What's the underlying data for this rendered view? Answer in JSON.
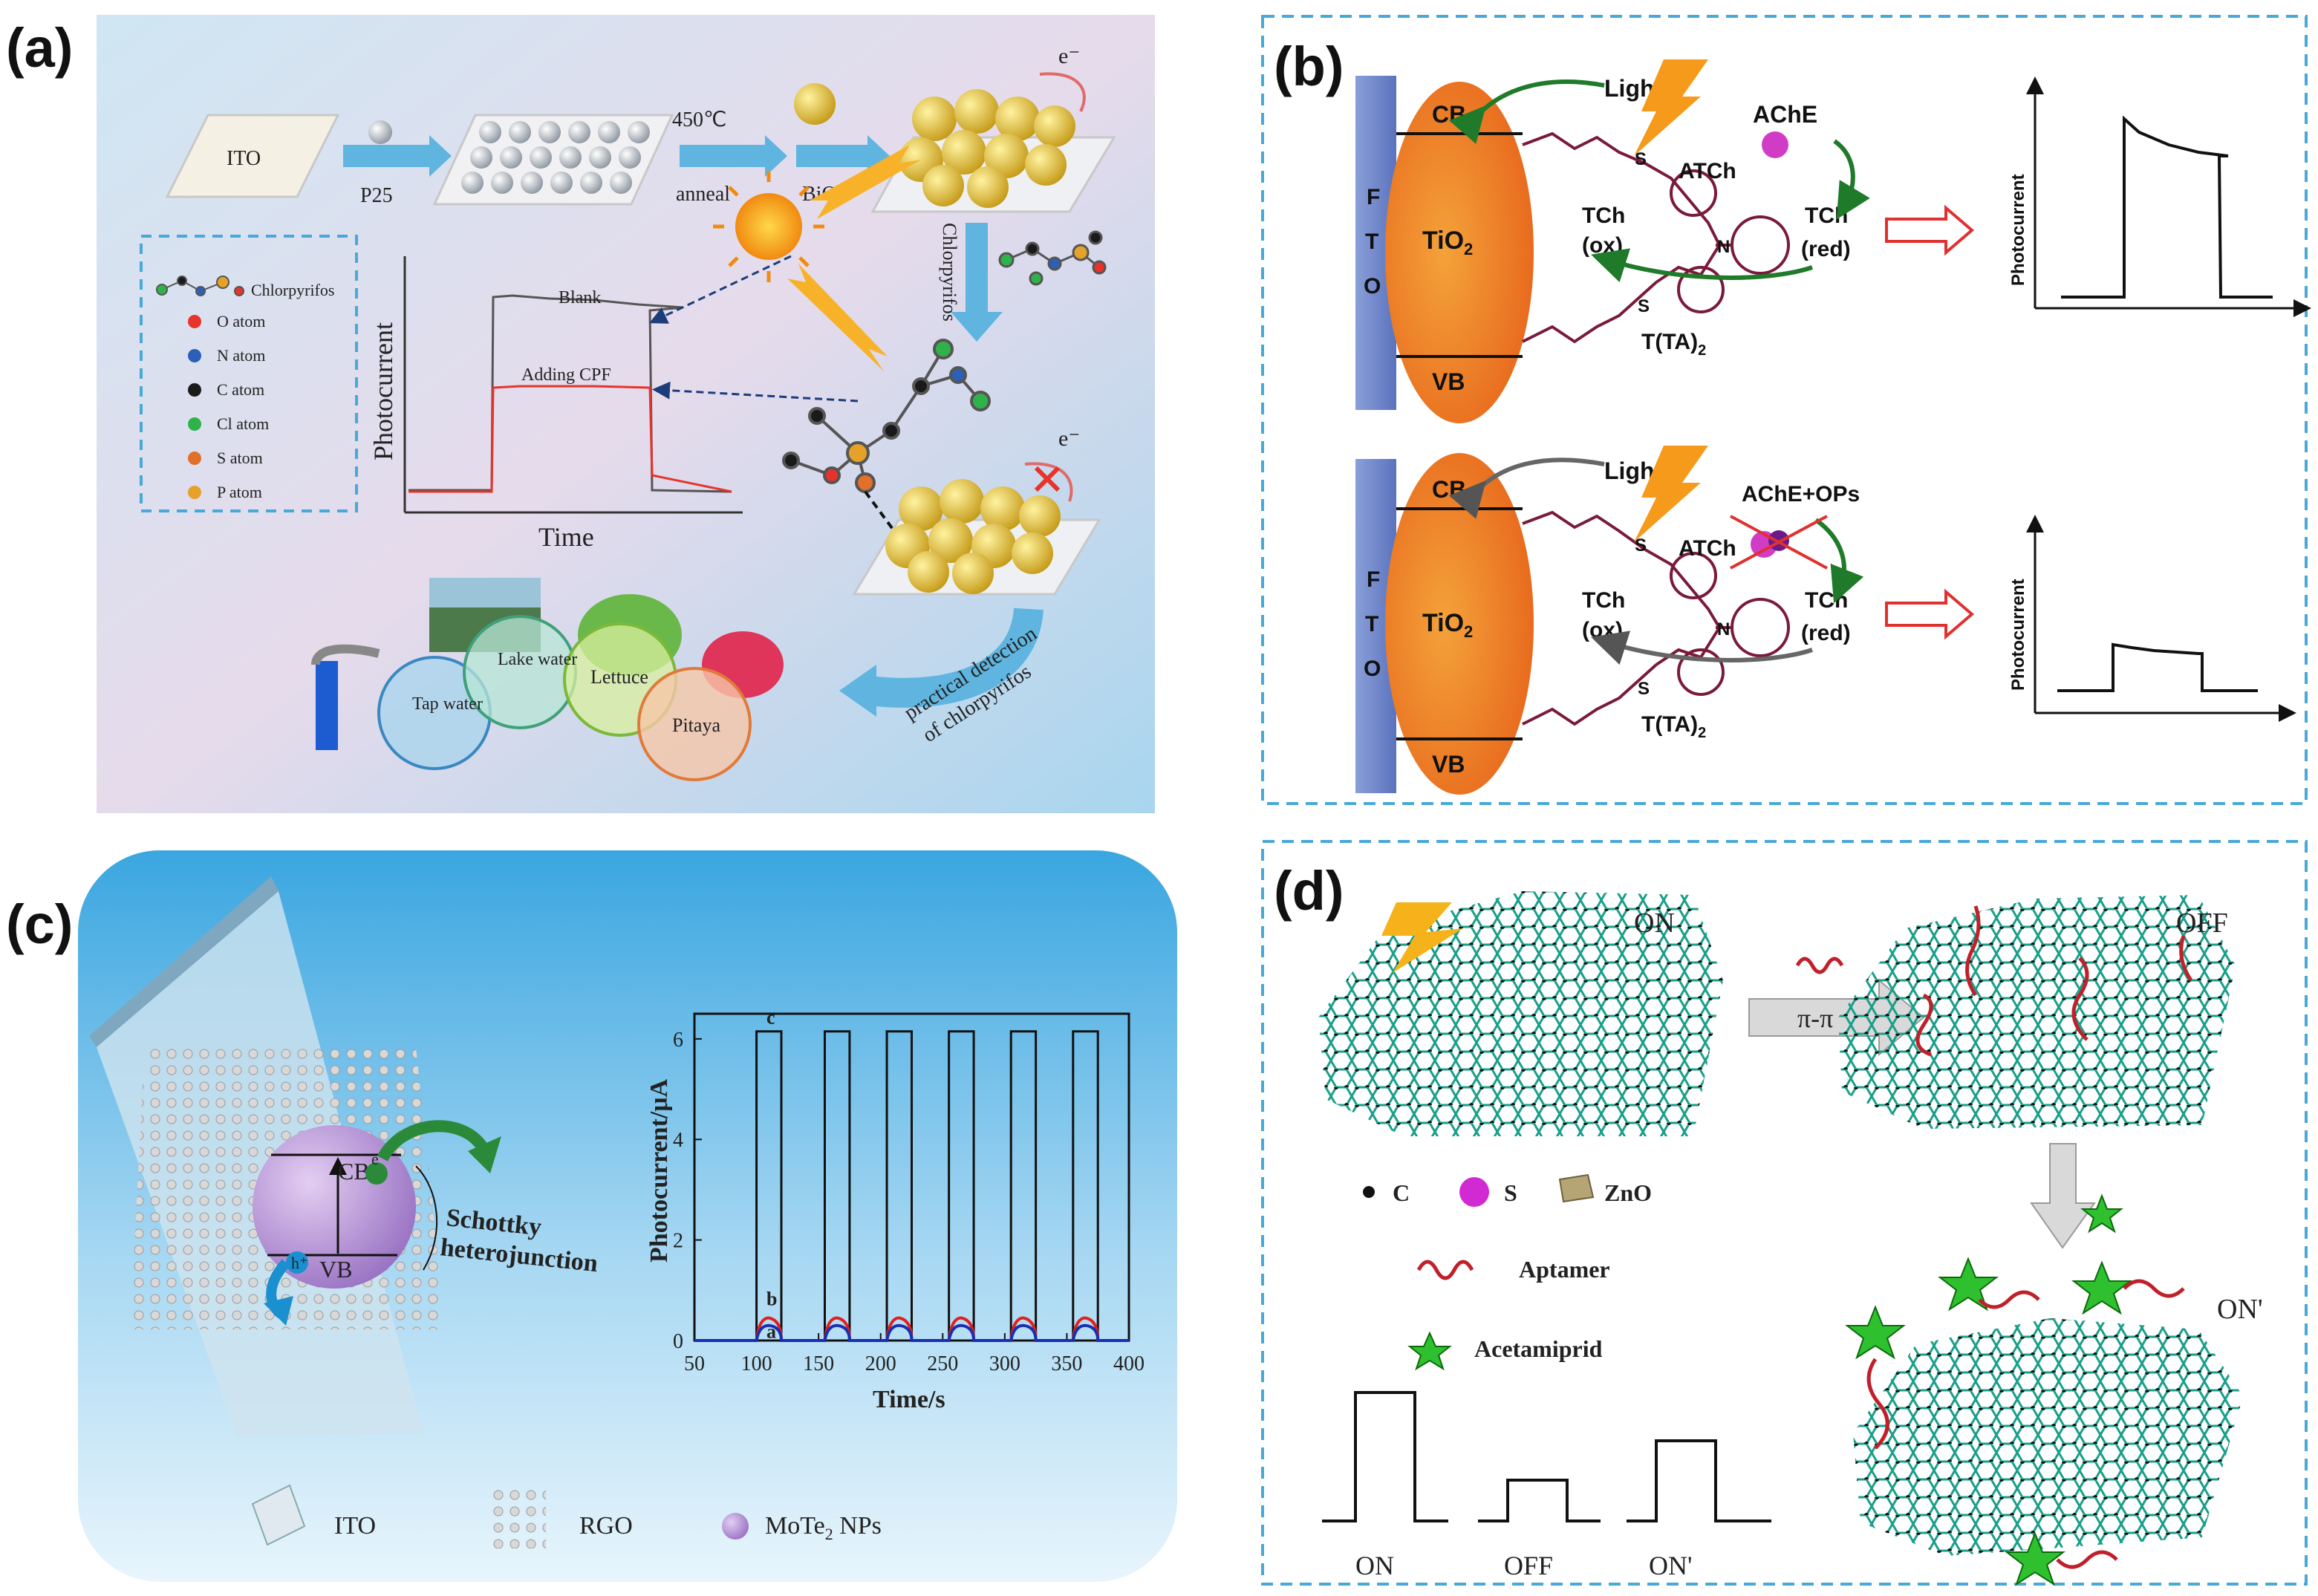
{
  "panels": {
    "a": {
      "label": "(a)",
      "ito": "ITO",
      "p25": "P25",
      "anneal_temp": "450℃",
      "anneal": "anneal",
      "bioi": "BiOI",
      "electron": "e⁻",
      "legend_title": "Chlorpyrifos",
      "legend_items": [
        "O atom",
        "N atom",
        "C atom",
        "Cl atom",
        "S atom",
        "P atom"
      ],
      "legend_colors": [
        "#e8332a",
        "#2b5fb8",
        "#1a1a1a",
        "#2fb24a",
        "#e0702a",
        "#e5a12a"
      ],
      "y_label": "Photocurrent",
      "x_label": "Time",
      "blank": "Blank",
      "adding_cpf": "Adding CPF",
      "chlorpyrifos_arrow": "Chlorpyrifos",
      "practical_1": "practical detection",
      "practical_2": "of chlorpyrifos",
      "samples": [
        "Tap water",
        "Lake water",
        "Lettuce",
        "Pitaya"
      ]
    },
    "b": {
      "label": "(b)",
      "fto": [
        "F",
        "T",
        "O"
      ],
      "cb": "CB",
      "vb": "VB",
      "tio2": "TiO",
      "tio2_sub": "2",
      "light": "Light",
      "ache": "AChE",
      "ache_ops": "AChE+OPs",
      "atch": "ATCh",
      "tch_ox_1": "TCh",
      "tch_ox_2": "(ox)",
      "tch_red_1": "TCh",
      "tch_red_2": "(red)",
      "tta": "T(TA)",
      "tta_sub": "2",
      "photocurrent": "Photocurrent"
    },
    "c": {
      "label": "(c)",
      "cb": "CB",
      "vb": "VB",
      "e": "e⁻",
      "h": "h⁺",
      "schottky_1": "Schottky",
      "schottky_2": "heterojunction",
      "legend_ito": "ITO",
      "legend_rgo": "RGO",
      "legend_mote2": "MoTe",
      "legend_mote2_sub": "2",
      "legend_mote2_tail": " NPs"
    },
    "d": {
      "label": "(d)",
      "on": "ON",
      "off": "OFF",
      "on_prime": "ON'",
      "pi_pi": "π-π",
      "legend_c": "C",
      "legend_s": "S",
      "legend_zno": "ZnO",
      "aptamer": "Aptamer",
      "acetamiprid": "Acetamiprid",
      "pulse_labels": [
        "ON",
        "OFF",
        "ON'"
      ]
    }
  },
  "chart_data": [
    {
      "type": "line",
      "panel": "a",
      "xlabel": "Time",
      "ylabel": "Photocurrent",
      "series": [
        {
          "name": "Blank"
        },
        {
          "name": "Adding CPF"
        }
      ]
    },
    {
      "type": "line",
      "panel": "c",
      "xlabel": "Time/s",
      "ylabel": "Photocurrent/μA",
      "xlim": [
        50,
        400
      ],
      "ylim": [
        0,
        6.5
      ],
      "x_ticks": [
        50,
        100,
        150,
        200,
        250,
        300,
        350,
        400
      ],
      "y_ticks": [
        0,
        2,
        4,
        6
      ],
      "curve_labels": [
        "a",
        "b",
        "c"
      ],
      "on_intervals": [
        [
          100,
          120
        ],
        [
          155,
          175
        ],
        [
          205,
          225
        ],
        [
          255,
          275
        ],
        [
          305,
          325
        ],
        [
          355,
          375
        ]
      ],
      "series": [
        {
          "name": "c",
          "on_value": 6.15,
          "off_value": 0,
          "color": "#111111"
        },
        {
          "name": "b",
          "on_value": 0.45,
          "off_value": 0,
          "color": "#e02020"
        },
        {
          "name": "a",
          "on_value": 0.3,
          "off_value": 0,
          "color": "#1a2fb0"
        }
      ]
    }
  ]
}
